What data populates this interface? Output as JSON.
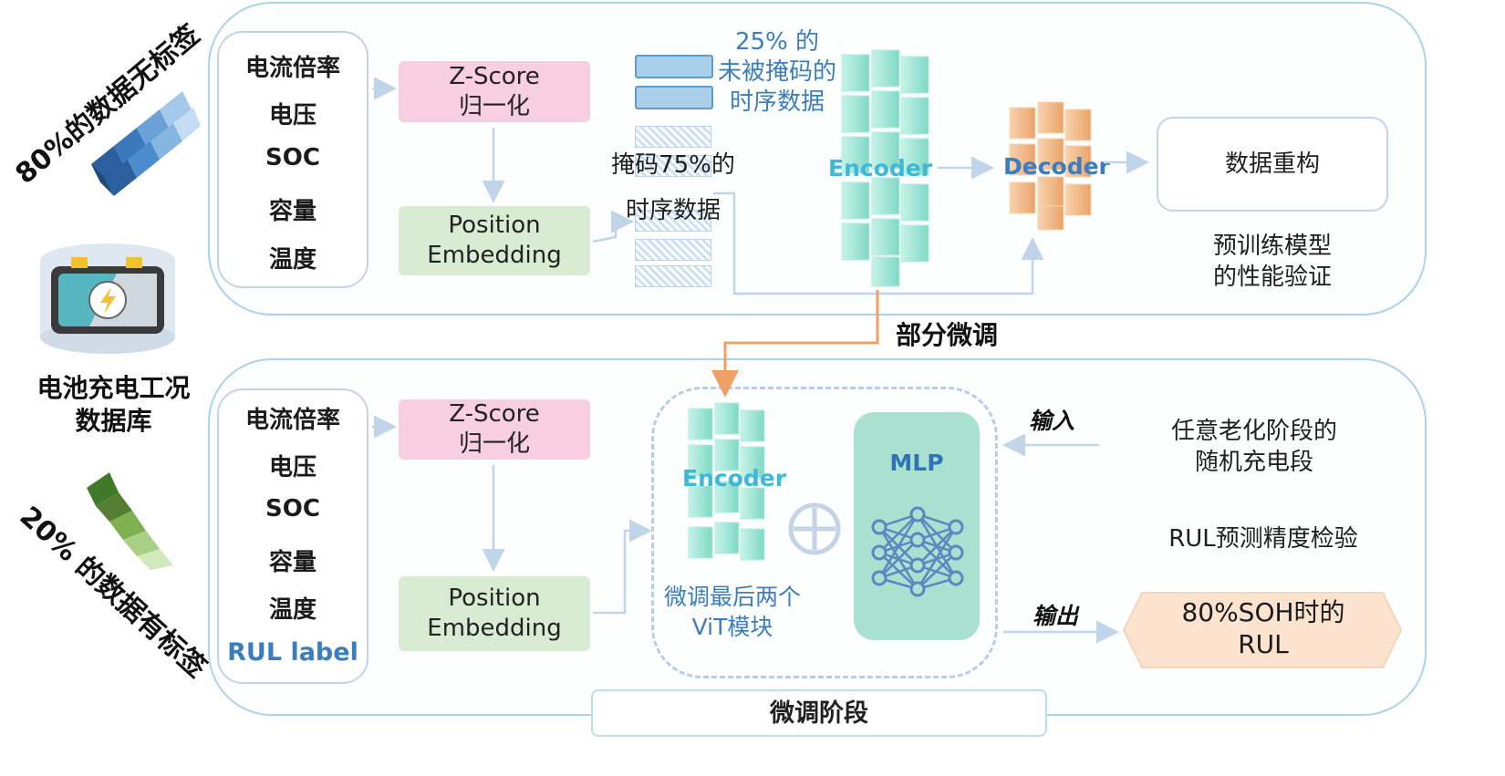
{
  "left": {
    "unlabeled_text": "80%的数据无标签",
    "database_label_line1": "电池充电工况",
    "database_label_line2": "数据库",
    "labeled_text": "20% 的数据有标签"
  },
  "pretrain": {
    "inputs": [
      "电流倍率",
      "电压",
      "SOC",
      "容量",
      "温度"
    ],
    "zscore_line1": "Z-Score",
    "zscore_line2": "归一化",
    "position_line1": "Position",
    "position_line2": "Embedding",
    "unmasked_line1": "25% 的",
    "unmasked_line2": "未被掩码的",
    "unmasked_line3": "时序数据",
    "masked_line1": "掩码75%的",
    "masked_line2": "时序数据",
    "encoder_label": "Encoder",
    "decoder_label": "Decoder",
    "reconstruct_label": "数据重构",
    "validate_line1": "预训练模型",
    "validate_line2": "的性能验证"
  },
  "transfer_label": "部分微调",
  "finetune": {
    "inputs": [
      "电流倍率",
      "电压",
      "SOC",
      "容量",
      "温度"
    ],
    "rul_label": "RUL label",
    "zscore_line1": "Z-Score",
    "zscore_line2": "归一化",
    "position_line1": "Position",
    "position_line2": "Embedding",
    "encoder_label": "Encoder",
    "vit_line1": "微调最后两个",
    "vit_line2": "ViT模块",
    "mlp_label": "MLP",
    "input_label": "输入",
    "random_line1": "任意老化阶段的",
    "random_line2": "随机充电段",
    "rul_check": "RUL预测精度检验",
    "output_label": "输出",
    "result_line1": "80%SOH时的",
    "result_line2": "RUL",
    "stage_label": "微调阶段"
  },
  "colors": {
    "panel_border": "#a9d4ea",
    "pink": "#f7cfe0",
    "green": "#d7ecd2",
    "encoder": "#8fe0cf",
    "decoder": "#f1b57e",
    "mlp": "#a9e0cf",
    "orange_arrow": "#f0a066",
    "result_fill": "#fbe3cf"
  }
}
